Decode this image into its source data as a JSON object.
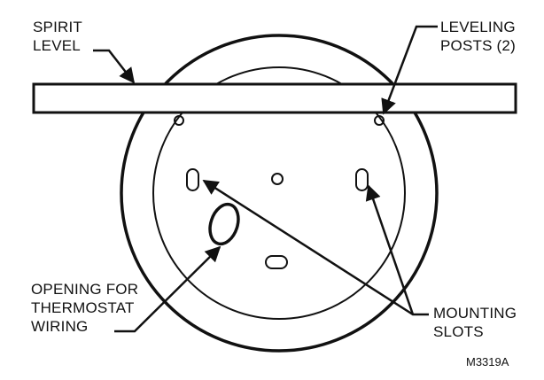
{
  "labels": {
    "spirit_level": [
      "SPIRIT",
      "LEVEL"
    ],
    "leveling_posts": [
      "LEVELING",
      "POSTS (2)"
    ],
    "opening": [
      "OPENING FOR",
      "THERMOSTAT",
      "WIRING"
    ],
    "mounting_slots": [
      "MOUNTING",
      "SLOTS"
    ]
  },
  "figure_code": "M3319A",
  "colors": {
    "stroke": "#111111",
    "background": "#ffffff"
  }
}
